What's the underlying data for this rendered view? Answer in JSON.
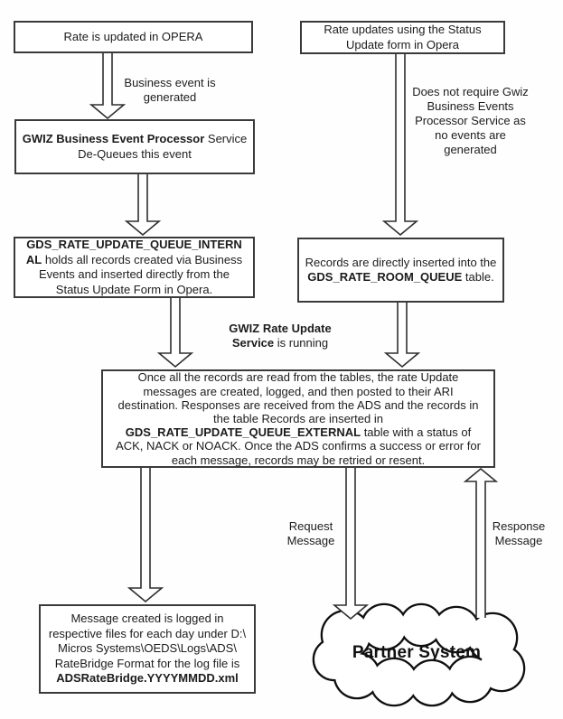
{
  "colors": {
    "background": "#ffffff",
    "box_border": "#3a3a3a",
    "arrow_outline": "#2f2f2f",
    "cloud_outline": "#0f0f0f",
    "text": "#1c1c1c"
  },
  "flow": {
    "opera_box": {
      "lines": [
        [
          {
            "t": "Rate is updated in OPERA"
          }
        ]
      ]
    },
    "business_event_label": {
      "lines": [
        [
          {
            "t": "Business event is"
          }
        ],
        [
          {
            "t": "generated"
          }
        ]
      ]
    },
    "processor_box": {
      "lines": [
        [
          {
            "t": "GWIZ Business Event Processor",
            "b": true
          },
          {
            "t": " Service"
          }
        ],
        [
          {
            "t": "De-Queues this event"
          }
        ]
      ]
    },
    "internal_queue_box": {
      "lines": [
        [
          {
            "t": "GDS_RATE_UPDATE_QUEUE_INTERN",
            "b": true
          }
        ],
        [
          {
            "t": "AL",
            "b": true
          },
          {
            "t": " holds all records created via Business"
          }
        ],
        [
          {
            "t": "Events and inserted directly from the"
          }
        ],
        [
          {
            "t": "Status Update Form in Opera."
          }
        ]
      ]
    },
    "status_update_box": {
      "lines": [
        [
          {
            "t": "Rate updates using the Status"
          }
        ],
        [
          {
            "t": "Update form in Opera"
          }
        ]
      ]
    },
    "no_events_label": {
      "lines": [
        [
          {
            "t": "Does not require Gwiz"
          }
        ],
        [
          {
            "t": "Business Events"
          }
        ],
        [
          {
            "t": "Processor Service as"
          }
        ],
        [
          {
            "t": "no events are"
          }
        ],
        [
          {
            "t": "generated"
          }
        ]
      ]
    },
    "room_queue_box": {
      "lines": [
        [
          {
            "t": "Records are directly inserted into the"
          }
        ],
        [
          {
            "t": "GDS_RATE_ROOM_QUEUE",
            "b": true
          },
          {
            "t": " table."
          }
        ]
      ]
    },
    "rate_update_service_label": {
      "lines": [
        [
          {
            "t": "GWIZ Rate Update",
            "b": true
          }
        ],
        [
          {
            "t": "Service",
            "b": true
          },
          {
            "t": " is running"
          }
        ]
      ]
    },
    "external_queue_box": {
      "lines": [
        [
          {
            "t": "Once all the records are read from the tables, the rate Update"
          }
        ],
        [
          {
            "t": "messages are created, logged, and then posted to their ARI"
          }
        ],
        [
          {
            "t": "destination. Responses are received from the ADS and the records in"
          }
        ],
        [
          {
            "t": "the table Records are inserted in"
          }
        ],
        [
          {
            "t": "GDS_RATE_UPDATE_QUEUE_EXTERNAL",
            "b": true
          },
          {
            "t": " table with a status of"
          }
        ],
        [
          {
            "t": "ACK, NACK or NOACK. Once the ADS confirms a success or error for"
          }
        ],
        [
          {
            "t": "each message, records may be retried or resent."
          }
        ]
      ]
    },
    "request_label": {
      "lines": [
        [
          {
            "t": "Request"
          }
        ],
        [
          {
            "t": "Message"
          }
        ]
      ]
    },
    "response_label": {
      "lines": [
        [
          {
            "t": "Response"
          }
        ],
        [
          {
            "t": "Message"
          }
        ]
      ]
    },
    "log_box": {
      "lines": [
        [
          {
            "t": "Message created is logged in"
          }
        ],
        [
          {
            "t": "respective files for each day under D:\\"
          }
        ],
        [
          {
            "t": "Micros Systems\\OEDS\\Logs\\ADS\\"
          }
        ],
        [
          {
            "t": "RateBridge Format for the log file is"
          }
        ],
        [
          {
            "t": "ADSRateBridge.YYYYMMDD.xml",
            "b": true
          }
        ]
      ]
    },
    "partner_cloud": {
      "lines": [
        [
          {
            "t": "Partner System"
          }
        ]
      ]
    }
  }
}
